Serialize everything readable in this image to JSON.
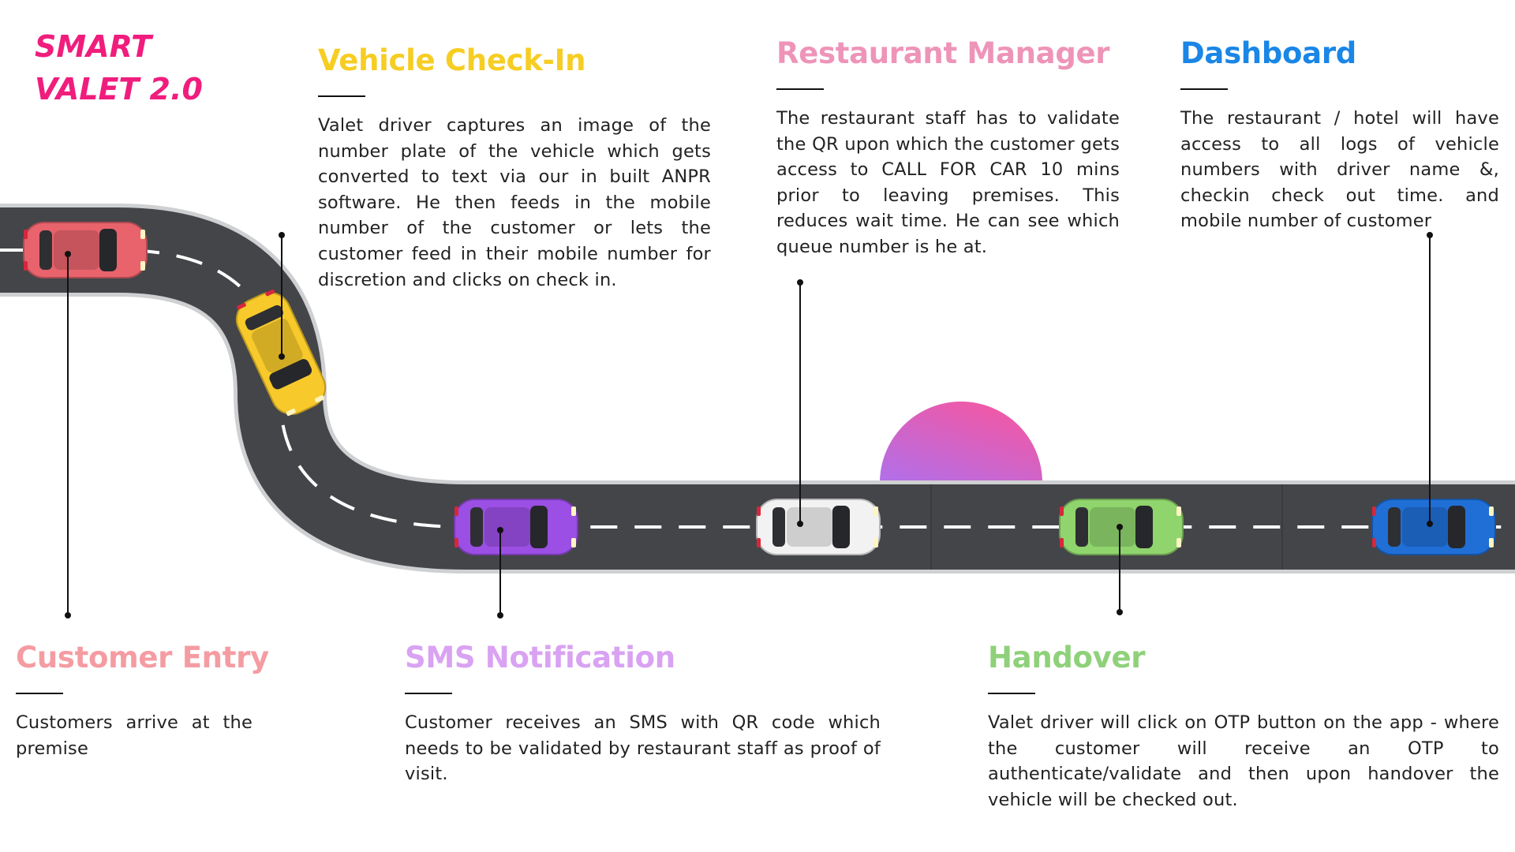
{
  "brand": {
    "line1": "SMART",
    "line2": "VALET 2.0",
    "color": "#f01d7d"
  },
  "steps": [
    {
      "id": "customer-entry",
      "title": "Customer Entry",
      "text": "Customers arrive at the premise",
      "color": "#f49ca2",
      "car_color": "#e8636c"
    },
    {
      "id": "vehicle-check-in",
      "title": "Vehicle Check-In",
      "text": "Valet driver captures an image of the number plate of the vehicle which gets converted to text via our in built ANPR software. He then feeds in the mobile number of the customer or lets the customer feed in their mobile number for discretion and clicks on check in.",
      "color": "#f6cd22",
      "car_color": "#f7c92a"
    },
    {
      "id": "sms-notification",
      "title": "SMS Notification",
      "text": "Customer receives an SMS with QR code which needs to be validated by restaurant staff as proof of visit.",
      "color": "#d9a2f2",
      "car_color": "#9b4fe4"
    },
    {
      "id": "restaurant-manager",
      "title": "Restaurant Manager",
      "text": "The restaurant staff has to validate the QR upon which the customer gets access to CALL FOR CAR 10 mins prior to leaving premises. This reduces wait time. He can see which queue number is he at.",
      "color": "#ee94b8",
      "car_color": "#f2f2f2"
    },
    {
      "id": "handover",
      "title": "Handover",
      "text": "Valet driver will click on OTP button on the app - where the customer will receive an OTP to authenticate/validate and then upon handover the vehicle will be checked out.",
      "color": "#8fd17a",
      "car_color": "#8fd46c"
    },
    {
      "id": "dashboard",
      "title": "Dashboard",
      "text": "The restaurant / hotel will have access to all logs of vehicle numbers with driver name &, checkin check out time. and mobile number of customer",
      "color": "#1a86e6",
      "car_color": "#1f6fd6"
    }
  ],
  "colors": {
    "road": "#444548",
    "road_edge": "#cfd0d2",
    "lane_mark": "#ffffff",
    "sun_top": "#f7569f",
    "sun_bottom": "#b46ee6"
  }
}
